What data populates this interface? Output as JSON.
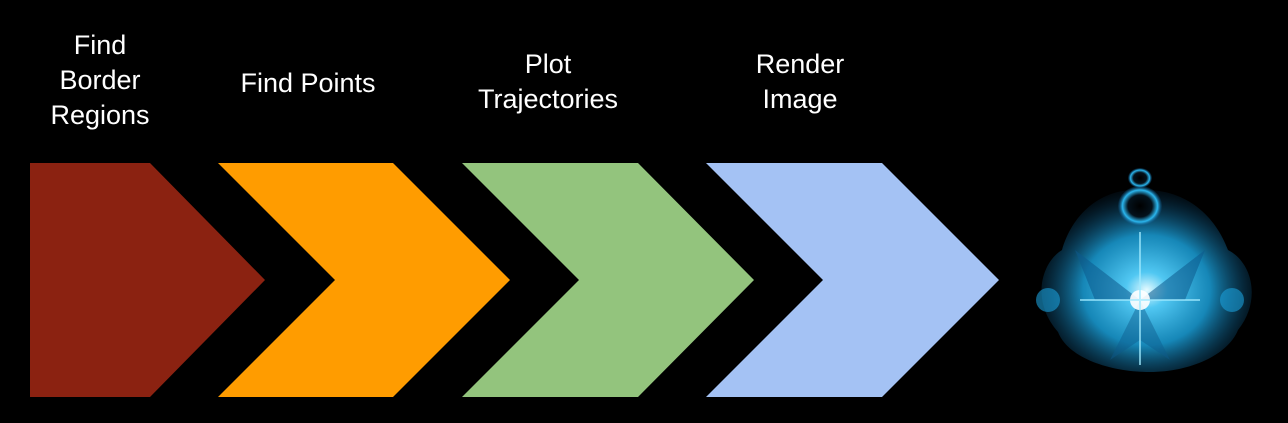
{
  "steps": [
    {
      "label": "Find\nBorder\nRegions",
      "color": "#8b2211"
    },
    {
      "label": "Find Points",
      "color": "#ff9c00"
    },
    {
      "label": "Plot\nTrajectories",
      "color": "#93c47d"
    },
    {
      "label": "Render\nImage",
      "color": "#a4c2f4"
    }
  ],
  "background_color": "#000000",
  "result_image": {
    "icon": "buddhabrot-fractal-icon",
    "color": "#1fb8f0"
  }
}
